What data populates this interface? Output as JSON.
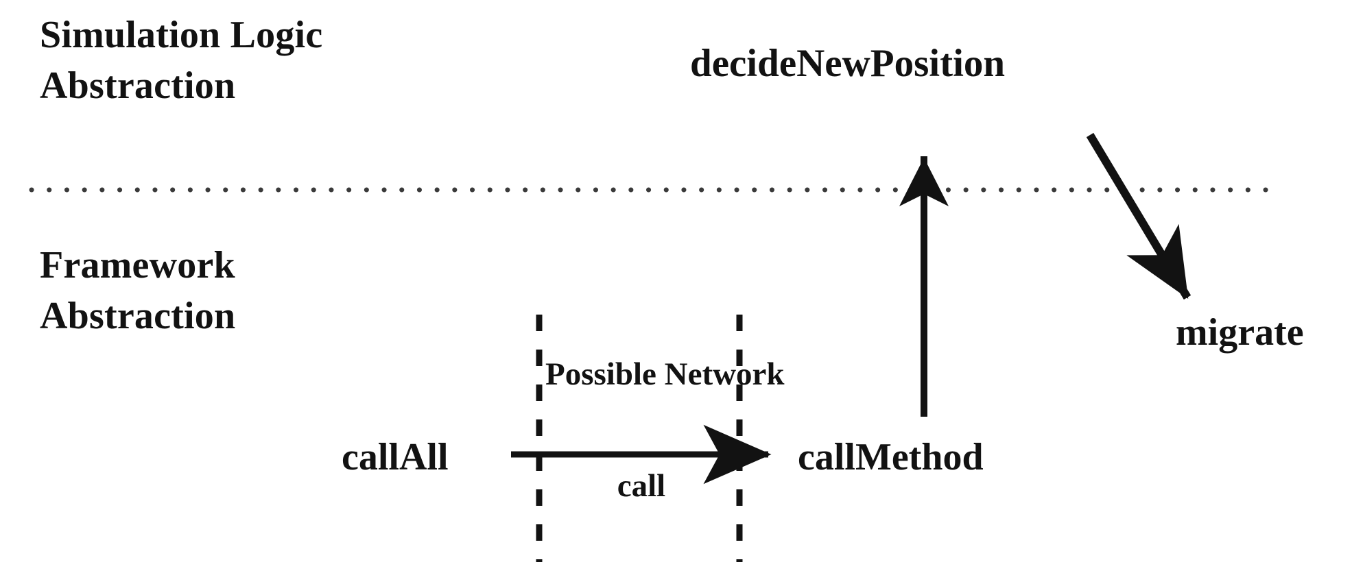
{
  "diagram": {
    "title": "Simulation Logic vs Framework abstraction layers",
    "layers": [
      {
        "id": "simulation-logic",
        "label": "Simulation Logic\nAbstraction"
      },
      {
        "id": "framework",
        "label": "Framework\nAbstraction"
      }
    ],
    "nodes": [
      {
        "id": "decide-new-position",
        "label": "decideNewPosition",
        "layer": "simulation-logic"
      },
      {
        "id": "migrate",
        "label": "migrate",
        "layer": "framework"
      },
      {
        "id": "call-all",
        "label": "callAll",
        "layer": "framework"
      },
      {
        "id": "call-method",
        "label": "callMethod",
        "layer": "framework"
      }
    ],
    "edges": [
      {
        "id": "callall-to-callmethod",
        "from": "call-all",
        "to": "call-method",
        "style": "solid",
        "label_top": "Possible\nNetwork",
        "label_bottom": "call"
      },
      {
        "id": "callmethod-to-decidenewposition",
        "from": "call-method",
        "to": "decide-new-position",
        "style": "solid",
        "direction": "up"
      },
      {
        "id": "decidenewposition-to-migrate",
        "from": "decide-new-position",
        "to": "migrate",
        "style": "solid",
        "direction": "down-right"
      }
    ],
    "edge_label_lines": {
      "possible": "Possible",
      "network": "Network",
      "call": "call"
    },
    "divider": {
      "id": "abstraction-divider",
      "style": "dotted"
    },
    "boundary_markers": {
      "id": "network-boundary",
      "style": "dashed",
      "count": 2
    },
    "colors": {
      "background": "#ffffff",
      "ink": "#121212",
      "divider": "#3a3a3a"
    }
  }
}
